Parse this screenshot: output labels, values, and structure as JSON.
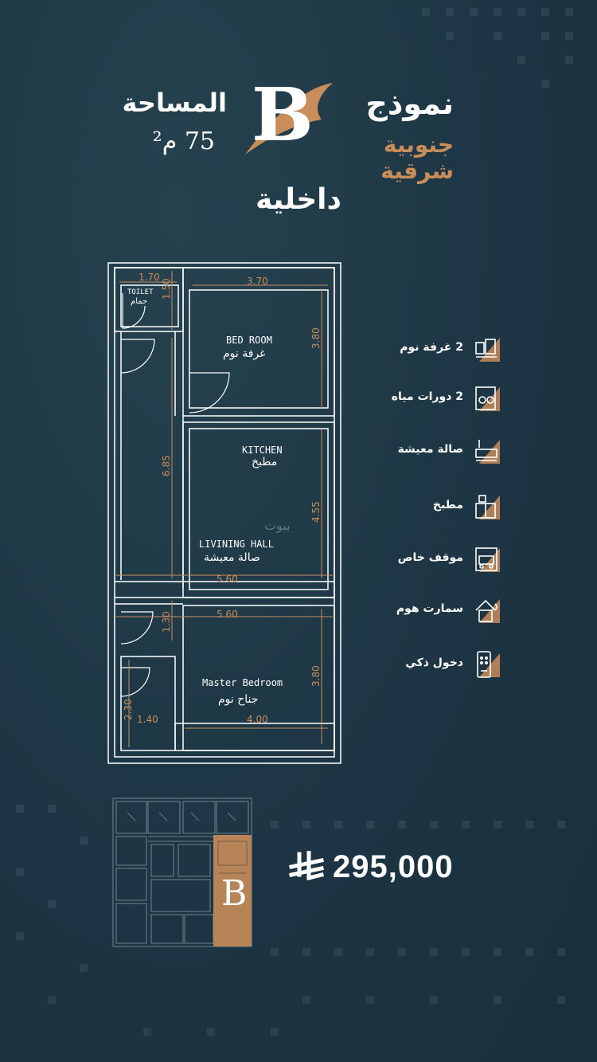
{
  "header": {
    "model_label": "نموذج",
    "model_letter": "B",
    "direction": "جنوبية شرقية",
    "area_label": "المساحة",
    "area_value": "75 م²",
    "subtitle": "داخلية"
  },
  "plan": {
    "rooms": {
      "toilet_en": "TOILET",
      "toilet_ar": "حمام",
      "bedroom_en": "BED ROOM",
      "bedroom_ar": "غرفة نوم",
      "kitchen_en": "KITCHEN",
      "kitchen_ar": "مطبخ",
      "living_en": "LIVINING HALL",
      "living_ar": "صالة معيشة",
      "master_en": "Master Bedroom",
      "master_ar": "جناح نوم"
    },
    "dimensions": {
      "d_170": "1.70",
      "d_150": "1.50",
      "d_370": "3.70",
      "d_380a": "3.80",
      "d_685": "6.85",
      "d_455": "4.55",
      "d_560a": "5.60",
      "d_560b": "5.60",
      "d_130": "1.30",
      "d_380b": "3.80",
      "d_230": "2.30",
      "d_140": "1.40",
      "d_400": "4.00"
    },
    "watermark": "بيوت"
  },
  "features": [
    {
      "label": "2 غرفة نوم",
      "icon": "bedroom-icon"
    },
    {
      "label": "2 دورات مياه",
      "icon": "bathroom-icon"
    },
    {
      "label": "صالة معيشة",
      "icon": "sofa-icon"
    },
    {
      "label": "مطبخ",
      "icon": "kitchen-icon"
    },
    {
      "label": "موقف خاص",
      "icon": "car-parking-icon"
    },
    {
      "label": "سمارت هوم",
      "icon": "smart-home-icon"
    },
    {
      "label": "دخول ذكي",
      "icon": "smart-lock-icon"
    }
  ],
  "bottom": {
    "mini_letter": "B",
    "price": "295,000",
    "currency_icon": "saudi-riyal-icon"
  },
  "colors": {
    "background": "#1d3544",
    "accent": "#c98d5a",
    "text": "#ffffff"
  }
}
